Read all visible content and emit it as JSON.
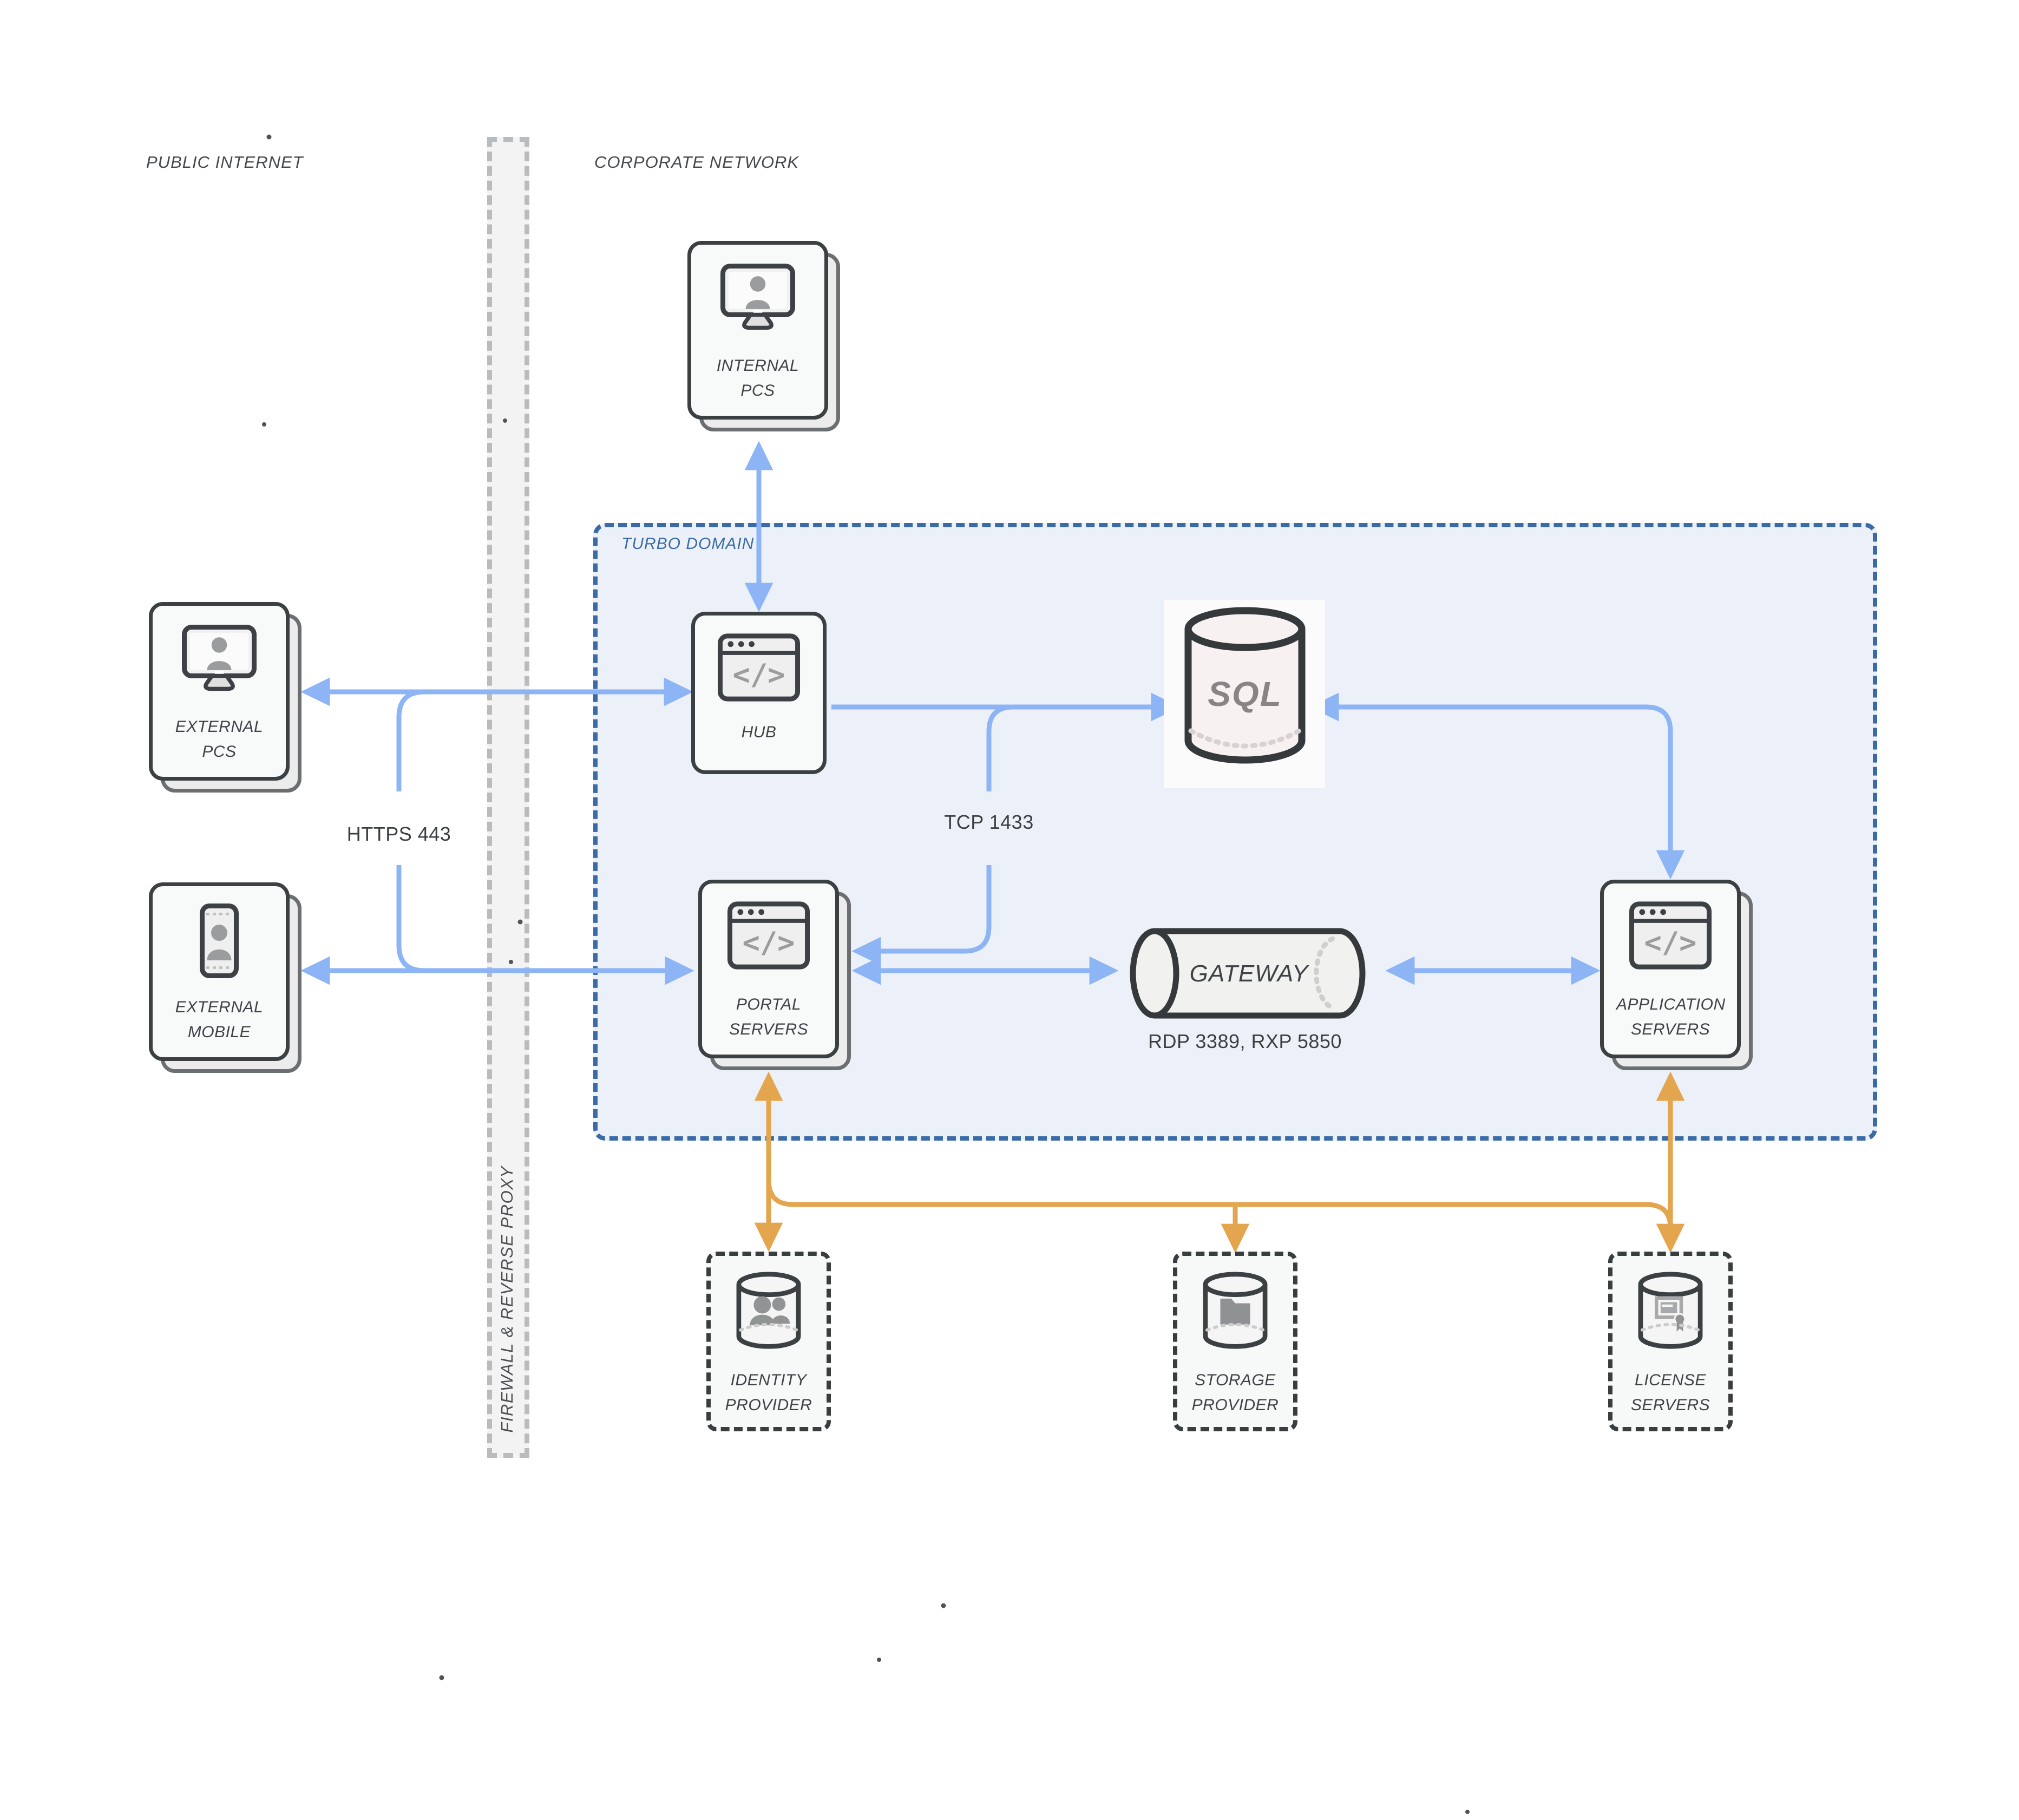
{
  "diagram": {
    "regions": {
      "public_internet": "PUBLIC INTERNET",
      "corporate_network": "CORPORATE NETWORK"
    },
    "firewall": {
      "label": "FIREWALL & REVERSE PROXY"
    },
    "domain": {
      "label": "TURBO DOMAIN"
    },
    "nodes": {
      "internal_pcs": {
        "label": "INTERNAL PCS",
        "icon": "monitor-user-icon"
      },
      "external_pcs": {
        "label": "EXTERNAL PCS",
        "icon": "monitor-user-icon"
      },
      "external_mobile": {
        "label": "EXTERNAL MOBILE",
        "icon": "mobile-user-icon"
      },
      "hub": {
        "label": "HUB",
        "icon": "browser-code-icon"
      },
      "sql": {
        "label": "SQL",
        "icon": "database-cylinder-icon"
      },
      "portal_servers": {
        "label": "PORTAL SERVERS",
        "icon": "browser-code-icon"
      },
      "gateway": {
        "label": "GATEWAY",
        "icon": "pipe-cylinder-icon"
      },
      "application_servers": {
        "label": "APPLICATION SERVERS",
        "icon": "browser-code-icon"
      },
      "identity_provider": {
        "label": "IDENTITY PROVIDER",
        "icon": "database-users-icon"
      },
      "storage_provider": {
        "label": "STORAGE PROVIDER",
        "icon": "database-folder-icon"
      },
      "license_servers": {
        "label": "LICENSE SERVERS",
        "icon": "database-certificate-icon"
      }
    },
    "edge_labels": {
      "https": "HTTPS 443",
      "tcp": "TCP 1433",
      "rdp": "RDP 3389, RXP 5850"
    },
    "colors": {
      "arrow-blue": "#8db4f5",
      "arrow-orange": "#e3a54d",
      "domain-border": "#3a6ba6",
      "domain-fill": "#ecf1f9",
      "domain-label": "#3a6ba6",
      "card-border": "#3b4043",
      "card-fill": "#f8f9f9"
    }
  }
}
